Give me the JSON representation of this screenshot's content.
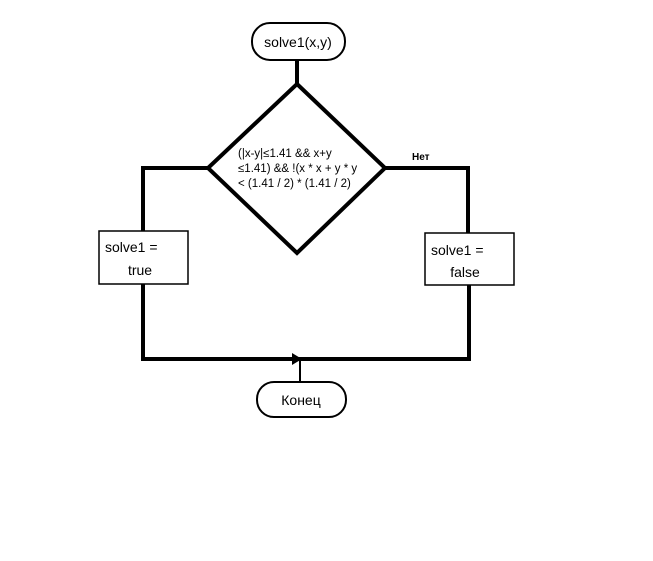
{
  "diagram": {
    "start": {
      "label": "solve1(x,y)"
    },
    "condition": {
      "lines": [
        "(|x-y|≤1.41 && x+y",
        "≤1.41) && !(x * x + y * y",
        "< (1.41 / 2) * (1.41 / 2)"
      ]
    },
    "branch_no_label": "Нет",
    "true_block": {
      "line1": "solve1 =",
      "line2": "true"
    },
    "false_block": {
      "line1": "solve1 =",
      "line2": "false"
    },
    "end": {
      "label": "Конец"
    }
  }
}
